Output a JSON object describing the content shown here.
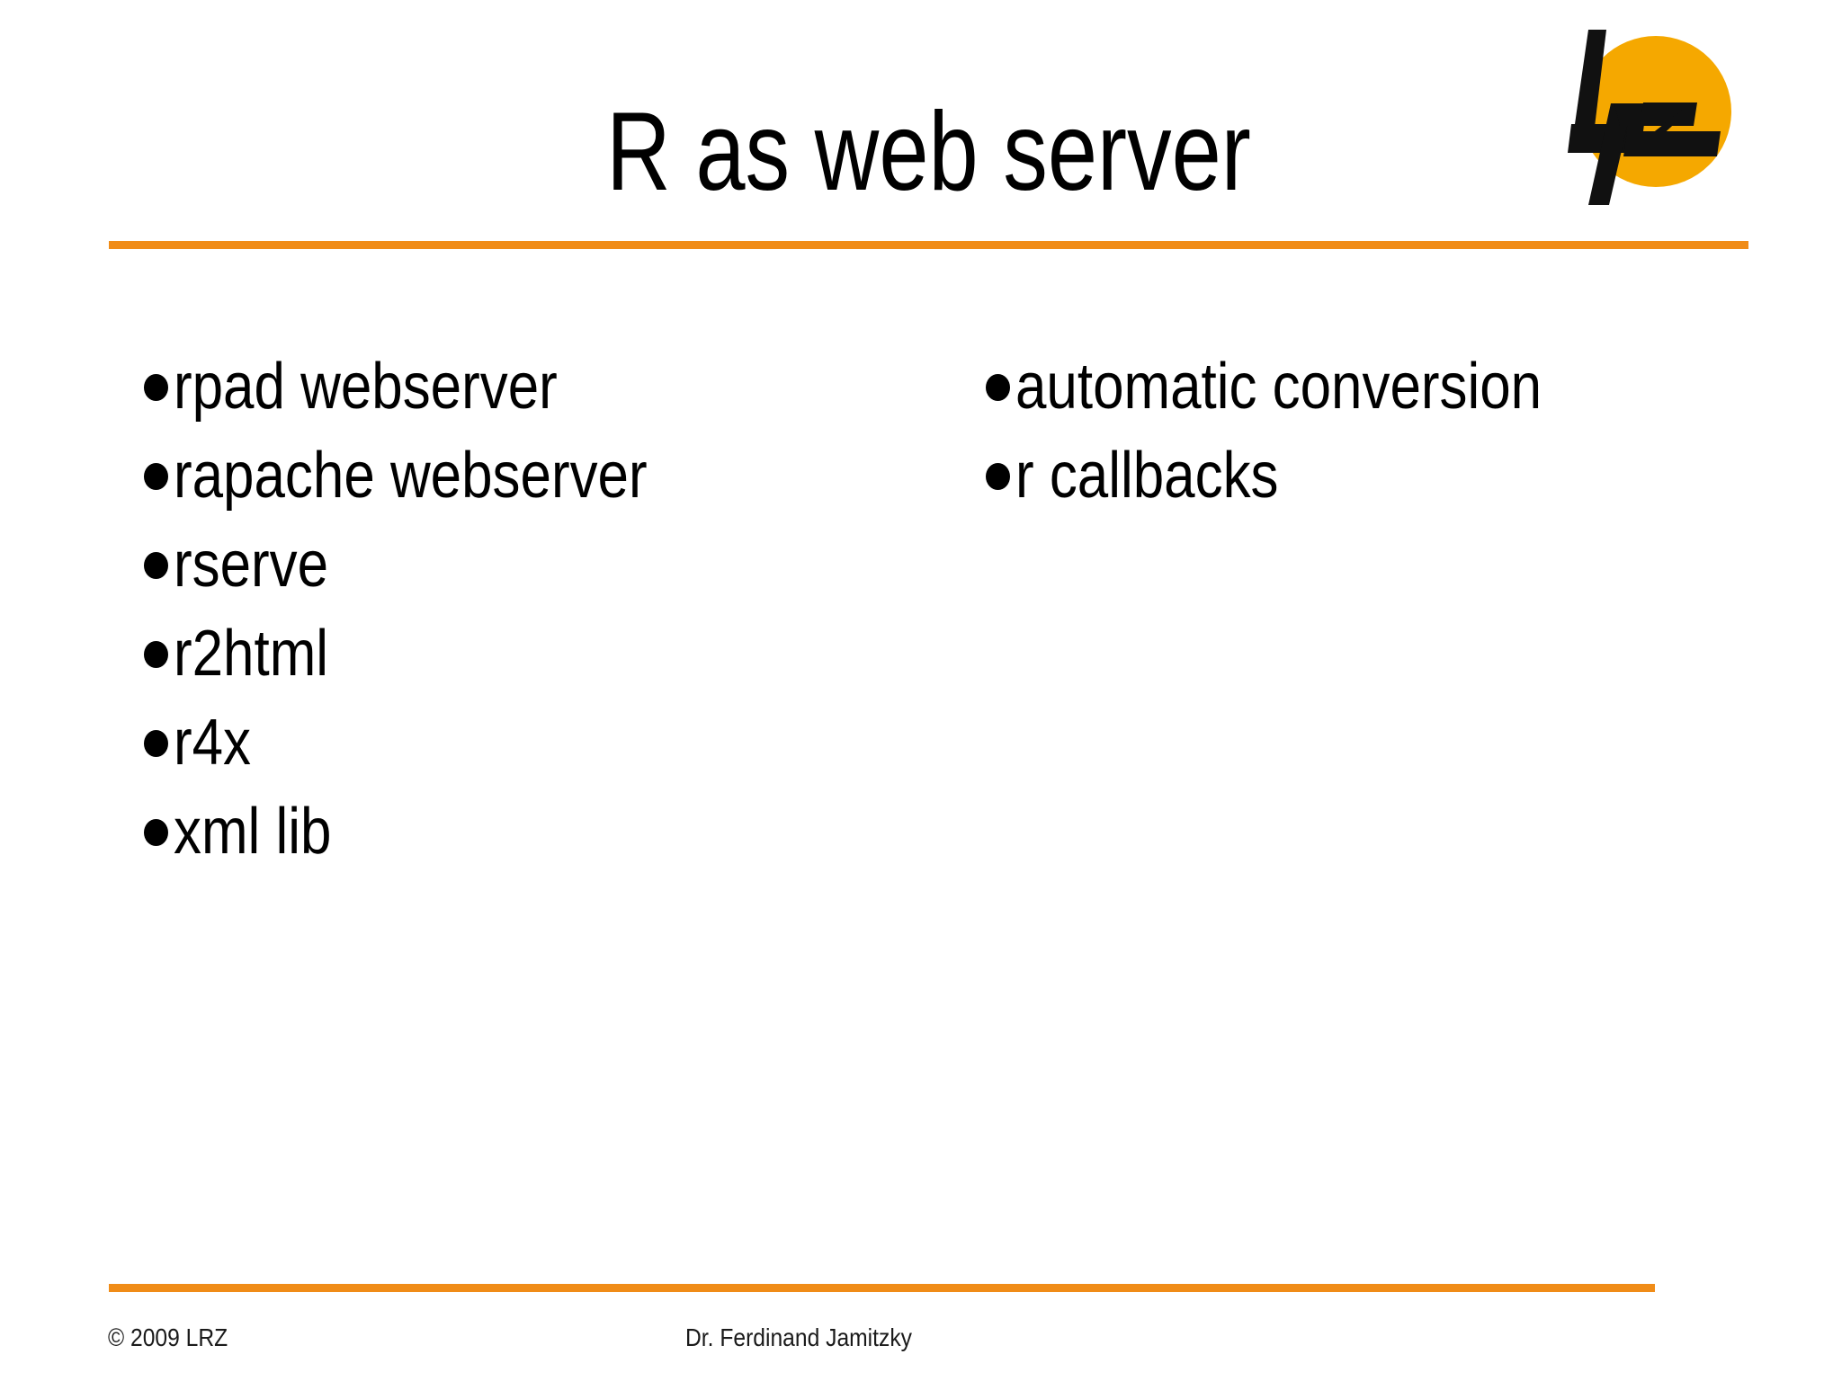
{
  "slide": {
    "title": "R as web server",
    "accent_color": "#F08C18",
    "logo_circle_color": "#F5A800",
    "logo_mark_color": "#111111",
    "background_color": "#FFFFFF",
    "text_color": "#000000"
  },
  "logo": {
    "name": "lrz-logo",
    "alt": "LRZ"
  },
  "content": {
    "left_column": [
      {
        "text": "rpad webserver"
      },
      {
        "text": "rapache webserver"
      },
      {
        "text": "rserve"
      },
      {
        "text": "r2html"
      },
      {
        "text": "r4x"
      },
      {
        "text": "xml lib"
      }
    ],
    "right_column": [
      {
        "text": "automatic conversion"
      },
      {
        "text": "r callbacks"
      }
    ]
  },
  "footer": {
    "copyright": "© 2009 LRZ",
    "author": "Dr. Ferdinand Jamitzky"
  }
}
